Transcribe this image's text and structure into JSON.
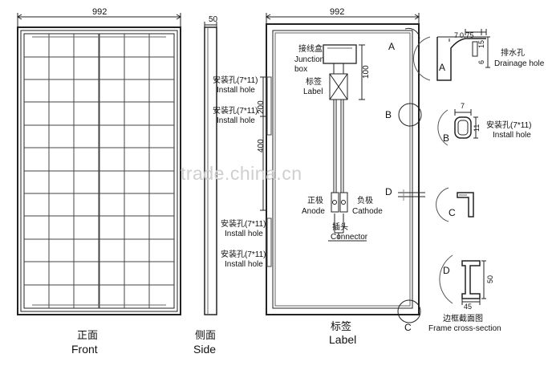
{
  "front": {
    "dim_width": "992",
    "label_cn": "正面",
    "label_en": "Front"
  },
  "side": {
    "dim_thickness": "50",
    "label_cn": "侧面",
    "label_en": "Side"
  },
  "back": {
    "dim_width": "992",
    "label_cn": "标签",
    "label_en": "Label",
    "dim_200": "200",
    "dim_400": "400",
    "dim_100": "100",
    "junction_box_cn": "接线盒",
    "junction_box_en1": "Junction",
    "junction_box_en2": "box",
    "anode_cn": "正极",
    "anode_en": "Anode",
    "cathode_cn": "负极",
    "cathode_en": "Cathode",
    "connector_cn": "插头",
    "connector_en": "Connector",
    "install_hole_cn": "安装孔(7*11)",
    "install_hole_en": "Install hole",
    "marker_a": "A",
    "marker_b": "B",
    "marker_c": "C",
    "marker_d": "D"
  },
  "details": {
    "a_letter": "A",
    "a_dim_7": "7",
    "a_dim_075": "0.75",
    "a_dim_15": "15",
    "a_dim_6": "6",
    "drainage_cn": "排水孔",
    "drainage_en": "Drainage hole",
    "b_letter": "B",
    "b_dim_7": "7",
    "b_dim_11": "11",
    "b_hole_cn": "安装孔(7*11)",
    "b_hole_en": "Install hole",
    "c_letter": "C",
    "d_letter": "D",
    "d_dim_50": "50",
    "d_dim_45": "45",
    "frame_cn": "边框截面图",
    "frame_en": "Frame cross-section"
  },
  "watermark": "trade.china.cn"
}
